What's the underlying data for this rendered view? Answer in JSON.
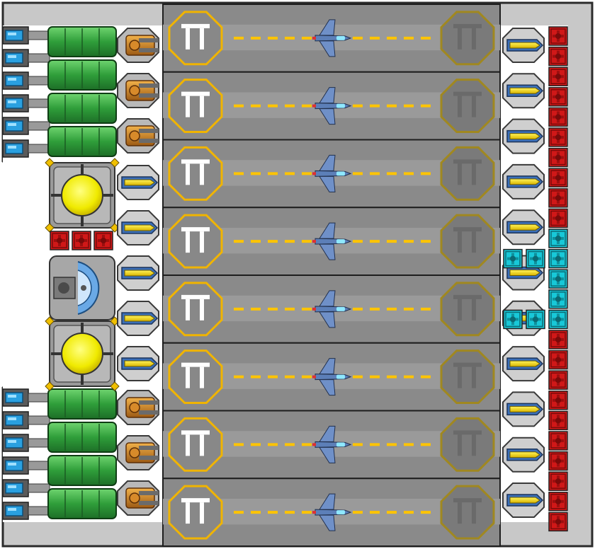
{
  "ship": {
    "hull_color": "#c8c8c8",
    "hull_edge": "#2b2b2b",
    "floor_color": "#ffffff",
    "hangar_floor": "#8a8a8a",
    "hangar_stripe": "#9a9a9a",
    "lane_dash_color": "#ffc400",
    "pad_active_color": "#f0b400",
    "pad_inactive_color": "#a08820",
    "pad_glyph_active": "#ffffff",
    "pad_glyph_inactive": "#6a6a6a"
  },
  "hangar": {
    "bays": [
      {
        "id": 1,
        "fighter": "interceptor"
      },
      {
        "id": 2,
        "fighter": "interceptor"
      },
      {
        "id": 3,
        "fighter": "interceptor"
      },
      {
        "id": 4,
        "fighter": "interceptor"
      },
      {
        "id": 5,
        "fighter": "interceptor"
      },
      {
        "id": 6,
        "fighter": "interceptor"
      },
      {
        "id": 7,
        "fighter": "interceptor"
      },
      {
        "id": 8,
        "fighter": "interceptor"
      }
    ],
    "launch_pad_icon": "launch-pad-icon",
    "landing_pad_icon": "landing-pad-icon",
    "fighter_icon": "fighter-craft-icon"
  },
  "left_section": {
    "upper_cluster": {
      "thrusters": 6,
      "fuel_tanks": 4,
      "turrets": 3
    },
    "core": {
      "reactors": 2,
      "red_modules": 3,
      "command_bridge": 1,
      "missile_launchers": 5
    },
    "lower_cluster": {
      "thrusters": 6,
      "fuel_tanks": 4,
      "turrets": 3
    },
    "icons": {
      "thruster": "thruster-icon",
      "fuel_tank": "fuel-tank-icon",
      "turret": "turret-icon",
      "reactor": "reactor-icon",
      "bridge": "command-bridge-icon",
      "missile": "missile-launcher-icon",
      "red_module": "armor-module-icon"
    }
  },
  "right_section": {
    "missile_launchers": 11,
    "column": [
      "red",
      "red",
      "red",
      "red",
      "red",
      "red",
      "red",
      "red",
      "red",
      "red",
      "cyan",
      "cyan",
      "cyan",
      "cyan",
      "cyan",
      "red",
      "red",
      "red",
      "red",
      "red",
      "red",
      "red",
      "red",
      "red",
      "red"
    ],
    "cyan_extra_rows": [
      11,
      14
    ],
    "icons": {
      "missile": "missile-launcher-icon",
      "red_block": "armor-module-icon",
      "cyan_block": "shield-module-icon"
    },
    "colors": {
      "red": "#d01818",
      "cyan": "#18c8d8"
    }
  }
}
